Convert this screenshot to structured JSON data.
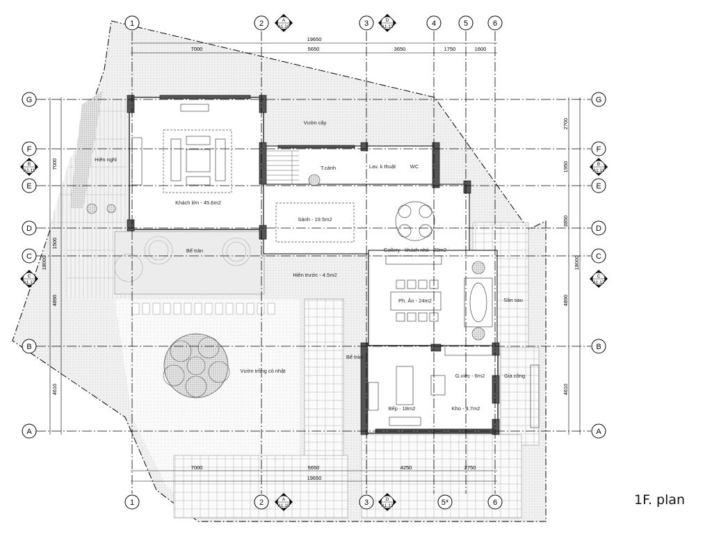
{
  "title": "1F. plan",
  "grid_columns": [
    "1",
    "2",
    "3",
    "4",
    "5",
    "6"
  ],
  "grid_columns_bottom": [
    "1",
    "2",
    "3",
    "5*",
    "6"
  ],
  "grid_rows": [
    "G",
    "F",
    "E",
    "D",
    "C",
    "B",
    "A"
  ],
  "dimensions": {
    "top_total": "19650",
    "top_segments": [
      "7000",
      "5650",
      "3650",
      "1750",
      "1600"
    ],
    "bottom_total": "19650",
    "bottom_segments": [
      "7000",
      "5650",
      "4250",
      "2750"
    ],
    "left_segments": [
      "7000",
      "1500",
      "4890",
      "4610"
    ],
    "left_total": "18000",
    "right_segments": [
      "2700",
      "1950",
      "3850",
      "4890",
      "4610"
    ],
    "right_total": "18000"
  },
  "section_markers": [
    {
      "letter": "A",
      "sheet": "A1.10"
    },
    {
      "letter": "D",
      "sheet": "A1.13"
    },
    {
      "letter": "B",
      "sheet": "A1.11"
    },
    {
      "letter": "C",
      "sheet": "A1.12"
    },
    {
      "letter": "B",
      "sheet": "A1.11"
    },
    {
      "letter": "C",
      "sheet": "A1.12"
    },
    {
      "letter": "A",
      "sheet": "A1.10"
    },
    {
      "letter": "D",
      "sheet": "A1.13"
    }
  ],
  "rooms": {
    "vuon_cay": "Vườn cây",
    "hien_nghi": "Hiên nghỉ",
    "khach_lon": "Khách lớn - 45.6m2",
    "t_canh": "T.cảnh",
    "lav_ky_thuat": "Lav. k thuật",
    "wc": "WC",
    "sanh": "Sảnh - 19.5m2",
    "be_tran_top": "Bể tràn",
    "gallery": "Gallery - khách nhỏ - 20m2",
    "hien_truoc": "Hiên trước - 4.5m2",
    "ph_an": "Ph. Ăn - 24m2",
    "san_sau": "Sân sau",
    "vuon_trong": "Vườn trồng cỏ nhật",
    "be_tran_side": "Bể tràn",
    "g_viec": "G.việc - 6m2",
    "gia_cong": "Gia công",
    "bep": "Bếp - 18m2",
    "kho": "Kho - 4.7m2"
  }
}
